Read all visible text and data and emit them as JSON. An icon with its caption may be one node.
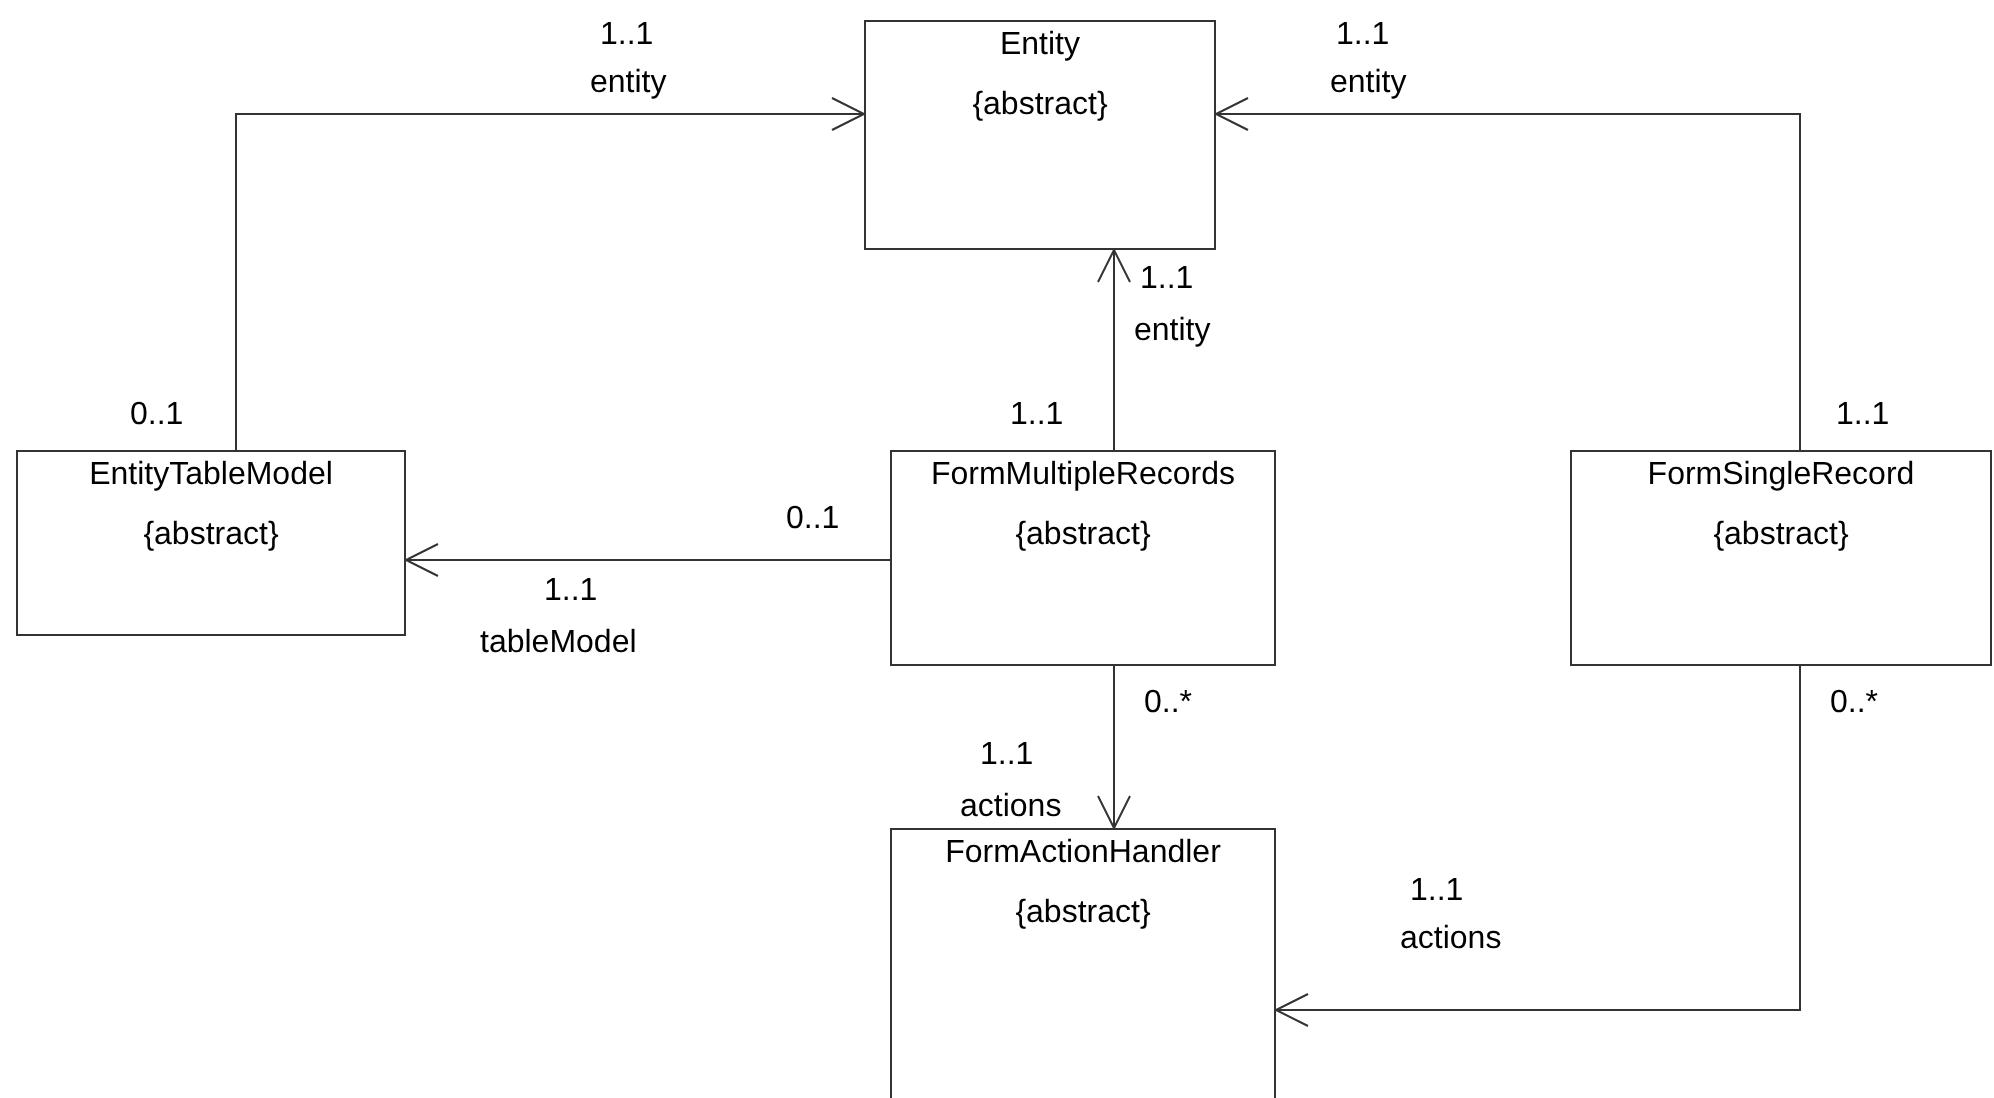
{
  "diagram": {
    "nodes": [
      {
        "text": [
          "Entity",
          "{abstract}"
        ]
      },
      {
        "text": [
          "EntityTableModel",
          "{abstract}"
        ]
      },
      {
        "text": [
          "FormMultipleRecords",
          "{abstract}"
        ]
      },
      {
        "text": [
          "FormSingleRecord",
          "{abstract}"
        ]
      },
      {
        "text": [
          "FormActionHandler",
          "{abstract}"
        ]
      }
    ],
    "edges": [
      {
        "from": 1,
        "to": 0,
        "arrow": "to"
      },
      {
        "from": 2,
        "to": 0,
        "arrow": "to"
      },
      {
        "from": 3,
        "to": 0,
        "arrow": "to"
      },
      {
        "from": 2,
        "to": 1,
        "arrow": "to"
      },
      {
        "from": 2,
        "to": 4,
        "arrow": "to"
      },
      {
        "from": 3,
        "to": 4,
        "arrow": "to"
      }
    ],
    "labels": [
      "1..1",
      "entity",
      "1..1",
      "entity",
      "1..1",
      "entity",
      "0..1",
      "1..1",
      "1..1",
      "0..1",
      "1..1",
      "tableModel",
      "0..*",
      "0..*",
      "1..1",
      "actions",
      "1..1",
      "actions"
    ]
  }
}
